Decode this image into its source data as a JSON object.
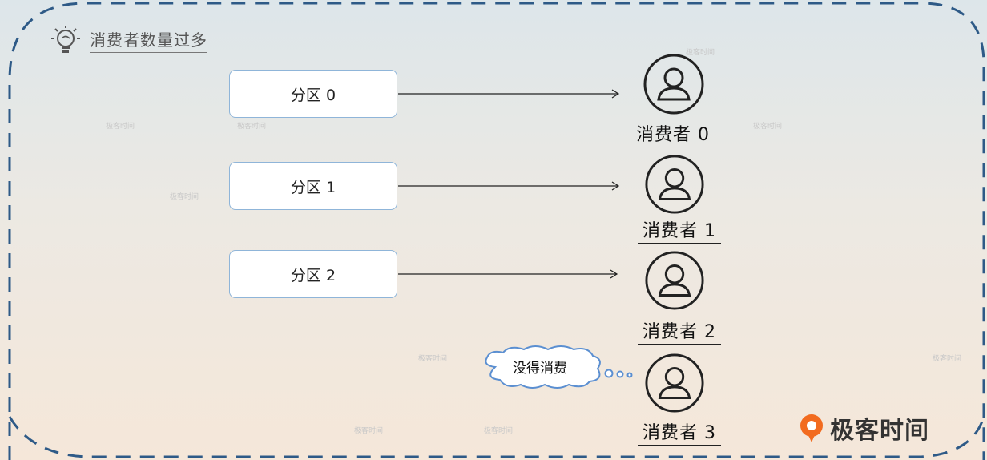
{
  "title": "消费者数量过多",
  "partitions": [
    {
      "label": "分区 0"
    },
    {
      "label": "分区 1"
    },
    {
      "label": "分区 2"
    }
  ],
  "consumers": [
    {
      "label": "消费者 0"
    },
    {
      "label": "消费者 1"
    },
    {
      "label": "消费者 2"
    },
    {
      "label": "消费者 3"
    }
  ],
  "idle_note": "没得消费",
  "brand": {
    "name": "极客时间",
    "color": "#f26b1f"
  },
  "watermark": "极客时间",
  "colors": {
    "frame": "#2e5a87",
    "partition_border": "#8fb5d9"
  }
}
